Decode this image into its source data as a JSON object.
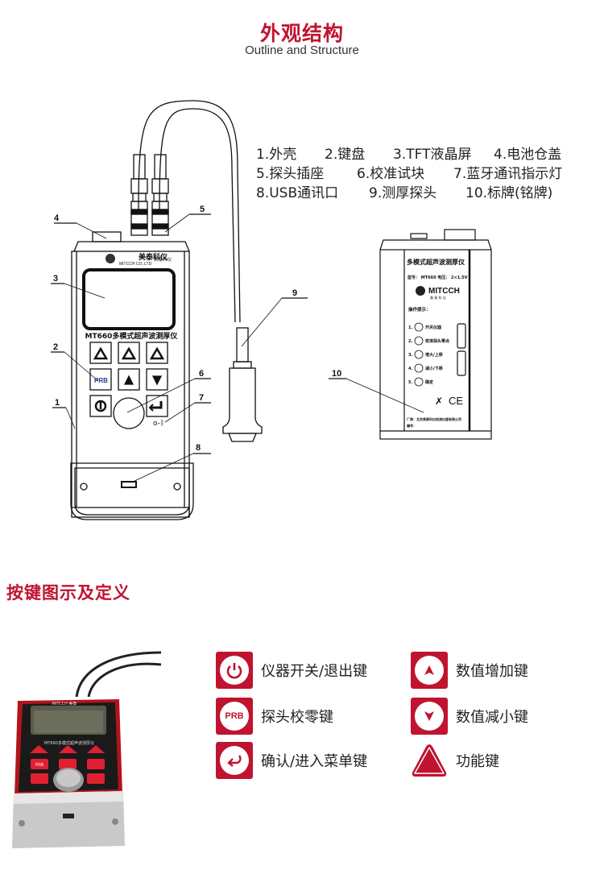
{
  "header": {
    "title_cn": "外观结构",
    "title_en": "Outline and Structure"
  },
  "legend": {
    "rows": [
      [
        "1.外壳",
        "2.键盘",
        "3.TFT液晶屏",
        "4.电池仓盖"
      ],
      [
        "5.探头插座",
        "6.校准试块",
        "7.蓝牙通讯指示灯"
      ],
      [
        "8.USB通讯口",
        "9.测厚探头",
        "10.标牌(铭牌)"
      ]
    ]
  },
  "front_view": {
    "brand_cn": "美泰科仪",
    "brand_en": "MITCCH CO.,LTD",
    "model_label": "MT660多模式超声波测厚仪",
    "prb_key": "PRB",
    "callouts": [
      "1",
      "2",
      "3",
      "4",
      "5",
      "6",
      "7",
      "8",
      "9",
      "10"
    ]
  },
  "back_view": {
    "title": "多模式超声波测厚仪",
    "spec": "型号：  MT660   电压：  2×1.5V",
    "brand": "MITCCH",
    "brand_sub": "美 泰 科 仪",
    "tips_title": "操作提示：",
    "tips": [
      {
        "num": "1.",
        "text": "开关仪器"
      },
      {
        "num": "2.",
        "text": "校准探头零点"
      },
      {
        "num": "3.",
        "text": "增大/上移"
      },
      {
        "num": "4.",
        "text": "减小/下移"
      },
      {
        "num": "5.",
        "text": "确定"
      }
    ],
    "manufacturer": "厂商：北京美泰科仪检测仪器有限公司",
    "serial": "编号：",
    "ce_mark": "CE"
  },
  "section2": {
    "title": "按键图示及定义"
  },
  "key_definitions": [
    {
      "icon": "power-icon",
      "label": "仪器开关/退出键"
    },
    {
      "icon": "prb-icon",
      "label": "探头校零键",
      "icon_text": "PRB"
    },
    {
      "icon": "enter-icon",
      "label": "确认/进入菜单键"
    },
    {
      "icon": "arrow-up-icon",
      "label": "数值增加键"
    },
    {
      "icon": "arrow-down-icon",
      "label": "数值减小键"
    },
    {
      "icon": "triangle-function-icon",
      "label": "功能键"
    }
  ],
  "photo": {
    "brand": "MITCCH 美泰",
    "model_label": "MT660多模式超声波测厚仪",
    "prb_key": "PRB"
  },
  "colors": {
    "accent": "#c0132f"
  }
}
